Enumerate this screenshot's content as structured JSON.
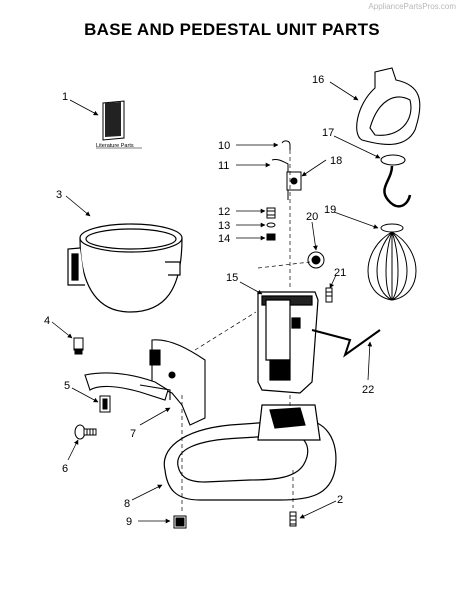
{
  "watermark": "AppliancePartsPros.com",
  "title": "BASE AND PEDESTAL UNIT PARTS",
  "literature_label": "Literature Parts",
  "callouts": [
    "1",
    "2",
    "3",
    "4",
    "5",
    "6",
    "7",
    "8",
    "9",
    "10",
    "11",
    "12",
    "13",
    "14",
    "15",
    "16",
    "17",
    "18",
    "19",
    "20",
    "21",
    "22"
  ]
}
